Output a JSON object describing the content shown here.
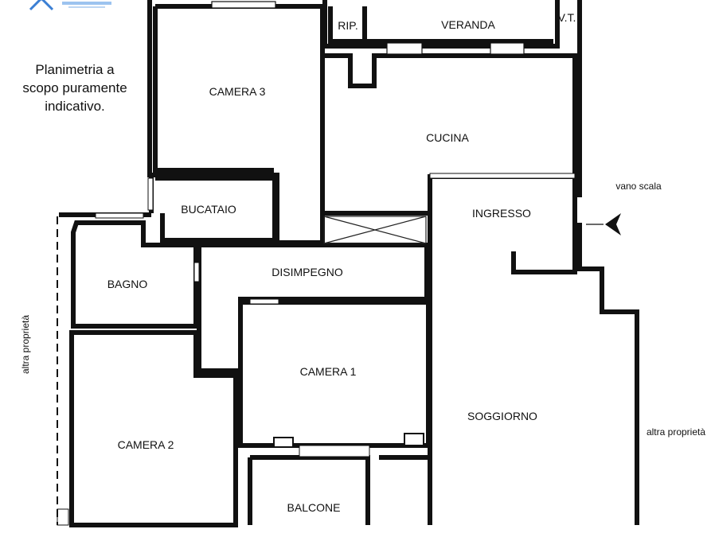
{
  "note": [
    "Planimetria a",
    "scopo puramente",
    "indicativo."
  ],
  "rooms": {
    "camera3": "CAMERA 3",
    "rip": "RIP.",
    "veranda": "VERANDA",
    "vt": "V.T.",
    "cucina": "CUCINA",
    "bucataio": "BUCATAIO",
    "ingresso": "INGRESSO",
    "bagno": "BAGNO",
    "disimpegno": "DISIMPEGNO",
    "camera1": "CAMERA 1",
    "camera2": "CAMERA 2",
    "soggiorno": "SOGGIORNO",
    "balcone": "BALCONE"
  },
  "labels": {
    "vano_scala": "vano scala",
    "altra_sx": "altra proprietà",
    "altra_dx": "altra proprietà"
  },
  "colors": {
    "wall": "#111111",
    "logo": "#3b7fd4"
  }
}
